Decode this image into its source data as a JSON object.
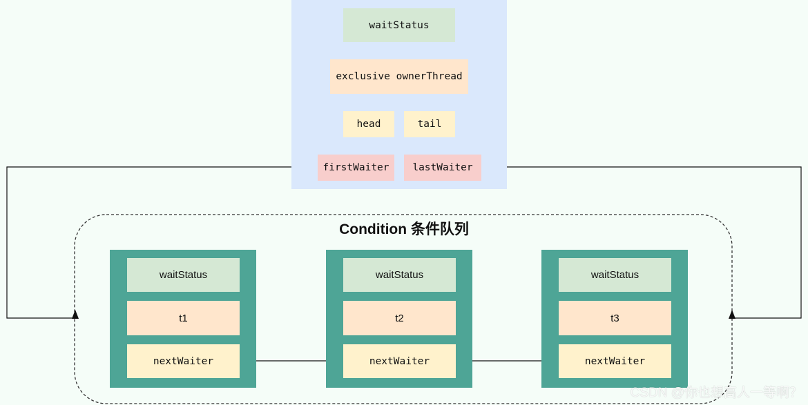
{
  "aqs": {
    "wait_status": "waitStatus",
    "exclusive_owner_thread": "exclusive ownerThread",
    "head": "head",
    "tail": "tail",
    "first_waiter": "firstWaiter",
    "last_waiter": "lastWaiter"
  },
  "condition_queue": {
    "title": "Condition 条件队列",
    "nodes": [
      {
        "wait_status": "waitStatus",
        "thread": "t1",
        "next_waiter": "nextWaiter"
      },
      {
        "wait_status": "waitStatus",
        "thread": "t2",
        "next_waiter": "nextWaiter"
      },
      {
        "wait_status": "waitStatus",
        "thread": "t3",
        "next_waiter": "nextWaiter"
      }
    ]
  },
  "watermark": "CSDN @你也想高人一等啊？",
  "colors": {
    "background": "#f5fdf8",
    "aqs_panel": "#dae8fc",
    "node_frame": "#4ea596",
    "wait_status_fill": "#d5e8d4",
    "owner_thread_fill": "#ffe6cc",
    "head_tail_fill": "#fff2cc",
    "waiter_fill": "#f8cecc"
  }
}
